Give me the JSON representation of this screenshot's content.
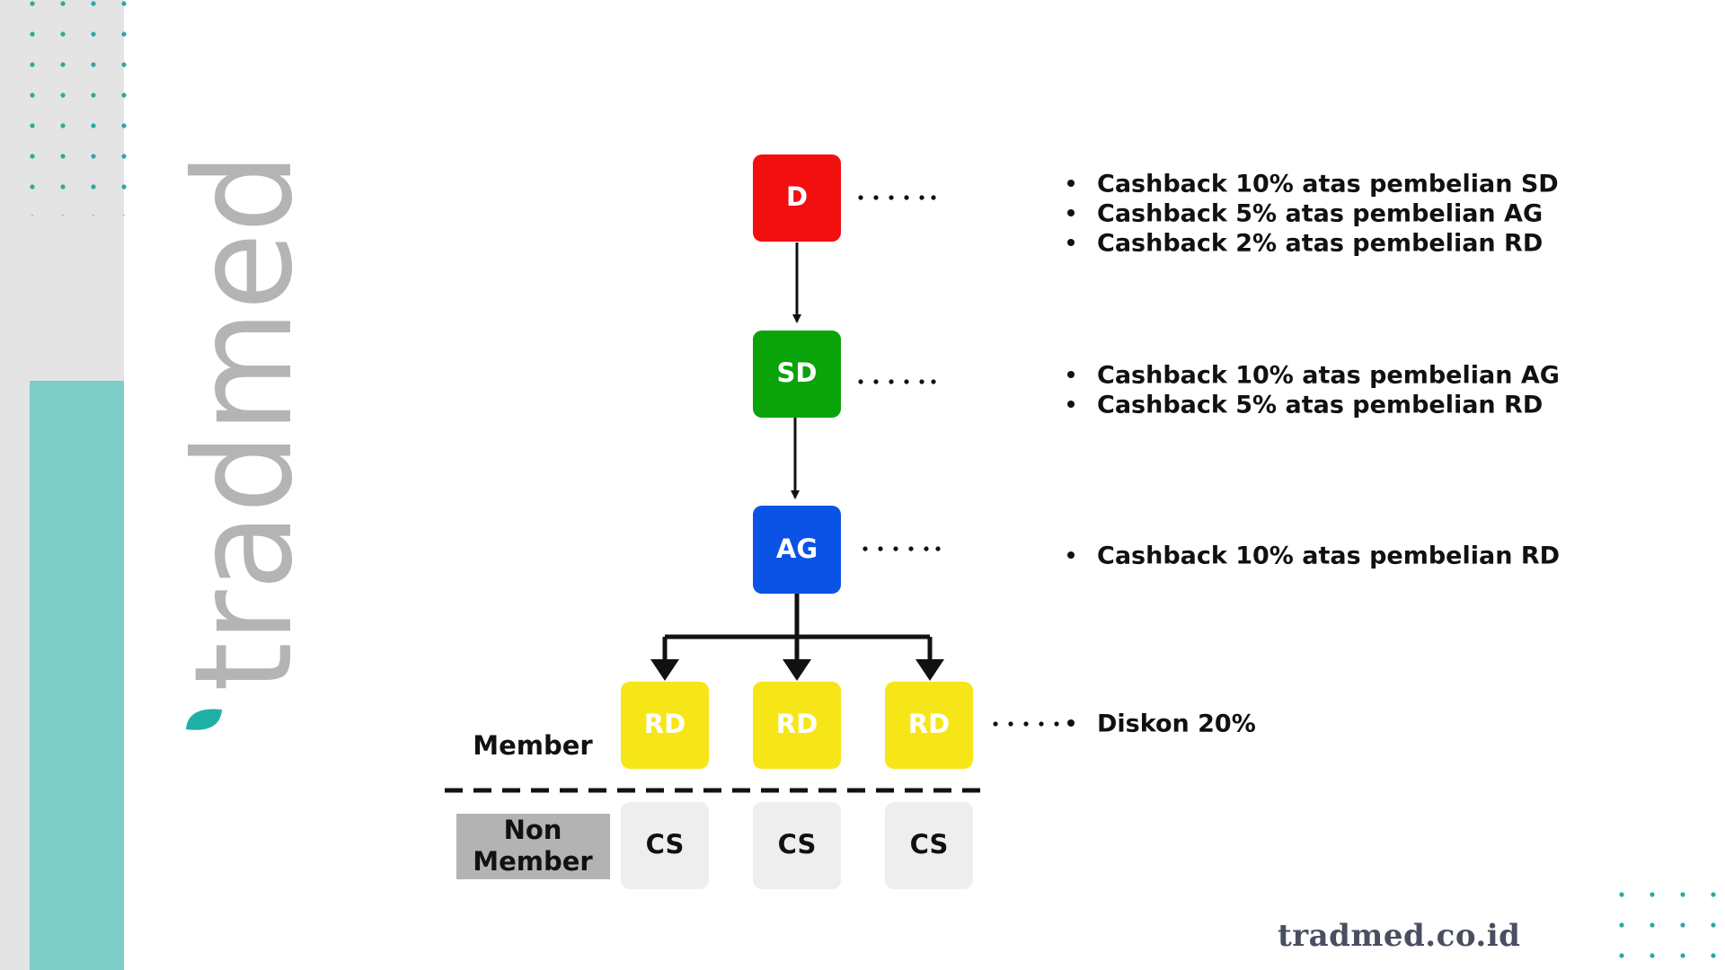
{
  "brand": {
    "logo_text": "tradmed",
    "website": "tradmed.co.id"
  },
  "colors": {
    "teal": "#7ecdc7",
    "dot_teal": "#2aa99f",
    "logo_gray": "#b4b4b4",
    "logo_accent": "#1fb0a6",
    "d": "#f20f0f",
    "sd": "#0aa30a",
    "ag": "#0b53e6",
    "rd": "#f7e617",
    "cs": "#eeeeee",
    "non_member_bg": "#b3b3b3"
  },
  "diagram": {
    "nodes": {
      "d": "D",
      "sd": "SD",
      "ag": "AG",
      "rd": [
        "RD",
        "RD",
        "RD"
      ],
      "cs": [
        "CS",
        "CS",
        "CS"
      ]
    },
    "tiers": [
      {
        "node": "D",
        "bullets": [
          "Cashback 10% atas pembelian SD",
          "Cashback 5% atas pembelian AG",
          "Cashback 2% atas pembelian RD"
        ]
      },
      {
        "node": "SD",
        "bullets": [
          "Cashback 10% atas pembelian AG",
          "Cashback 5% atas pembelian RD"
        ]
      },
      {
        "node": "AG",
        "bullets": [
          "Cashback 10% atas pembelian RD"
        ]
      },
      {
        "node": "RD",
        "bullets": [
          "Diskon 20%"
        ]
      }
    ],
    "member_label": "Member",
    "non_member_label": [
      "Non",
      "Member"
    ]
  }
}
